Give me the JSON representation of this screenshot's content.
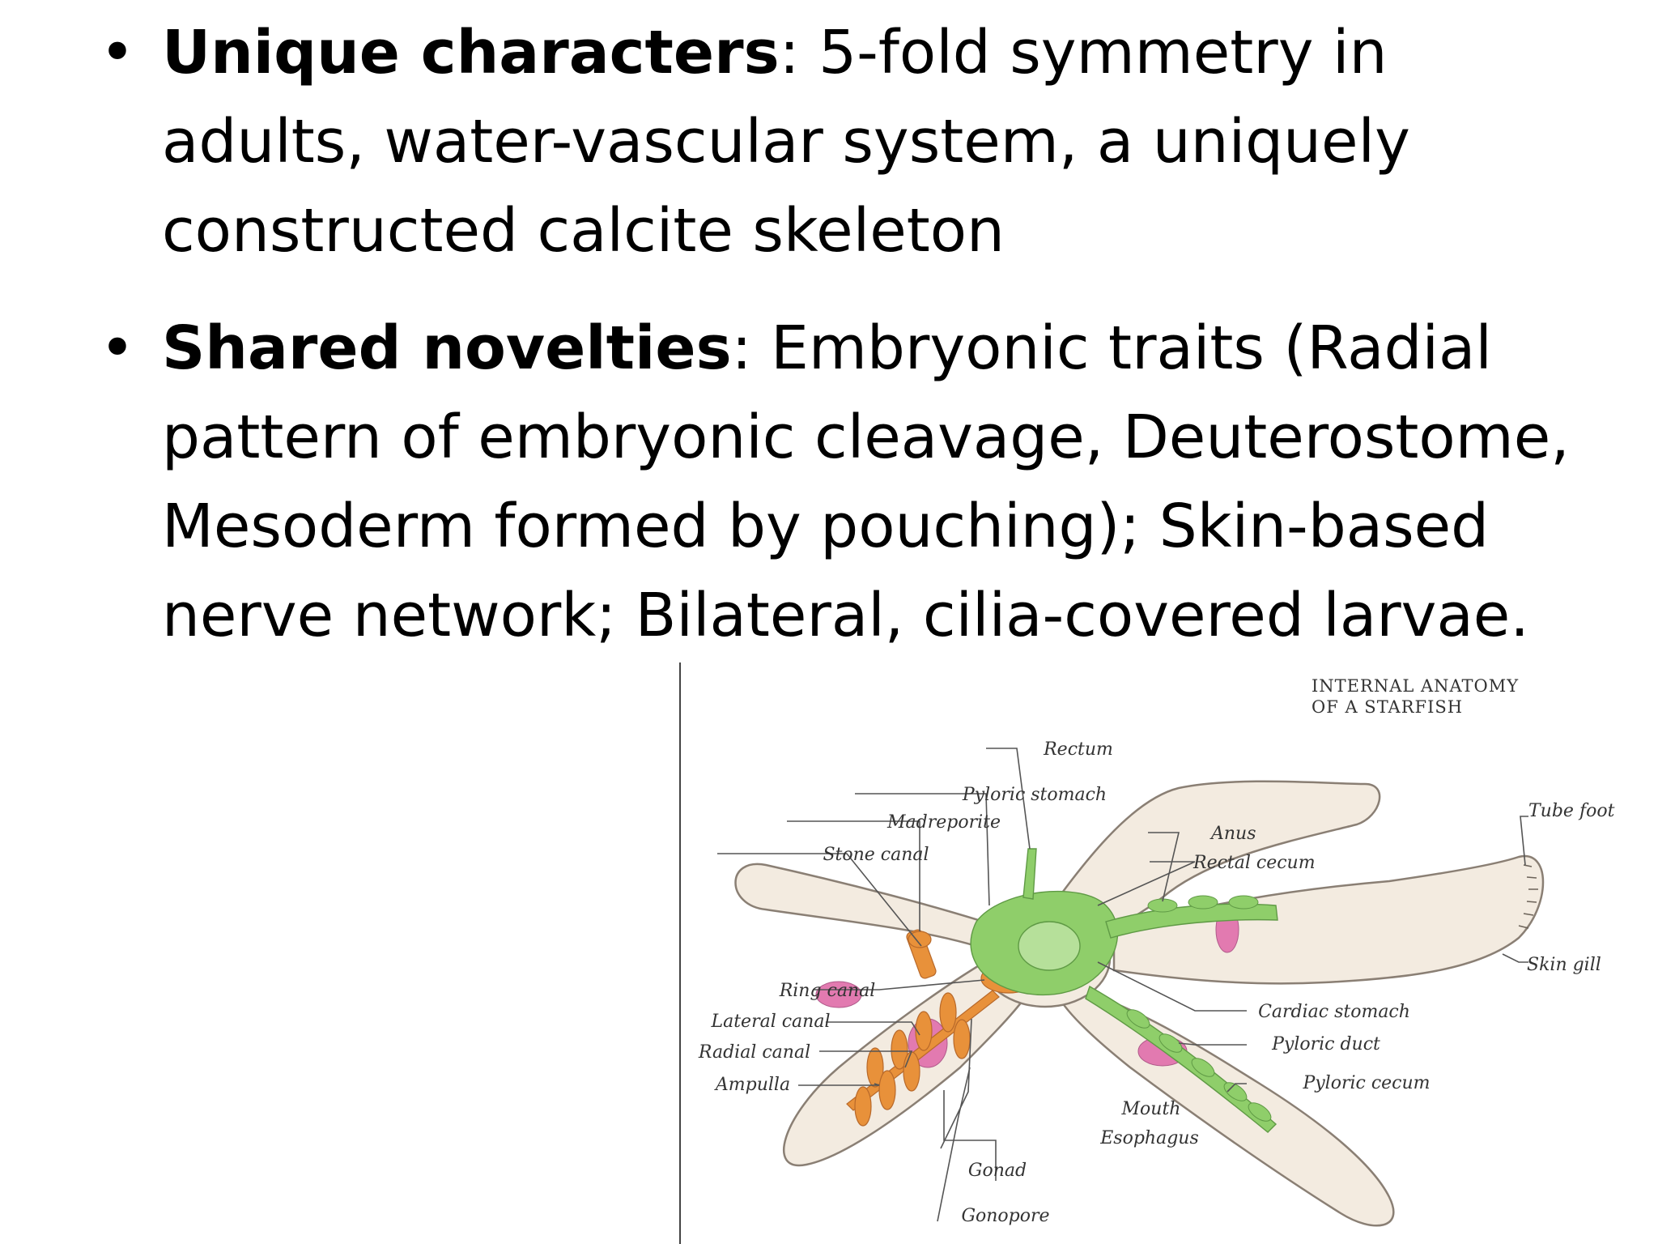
{
  "bullets": [
    {
      "term": "Unique characters",
      "text": ": 5-fold symmetry in adults, water-vascular system, a uniquely constructed calcite skeleton"
    },
    {
      "term": "Shared novelties",
      "text": ": Embryonic traits (Radial pattern of embryonic cleavage, Deuterostome, Mesoderm formed by pouching); Skin-based nerve network; Bilateral, cilia-covered larvae."
    }
  ],
  "bullet_glyph": "•",
  "figure": {
    "title_line1": "INTERNAL ANATOMY",
    "title_line2": "OF A STARFISH",
    "labels": {
      "rectum": "Rectum",
      "pyloric_stomach": "Pyloric stomach",
      "madreporite": "Madreporite",
      "stone_canal": "Stone canal",
      "anus": "Anus",
      "rectal_cecum": "Rectal cecum",
      "tube_foot": "Tube foot",
      "skin_gill": "Skin gill",
      "ring_canal": "Ring canal",
      "lateral_canal": "Lateral canal",
      "radial_canal": "Radial canal",
      "ampulla": "Ampulla",
      "cardiac_stomach": "Cardiac stomach",
      "pyloric_duct": "Pyloric duct",
      "pyloric_cecum": "Pyloric cecum",
      "mouth": "Mouth",
      "esophagus": "Esophagus",
      "gonad": "Gonad",
      "gonopore": "Gonopore"
    },
    "colors": {
      "skin": "#f3ebe0",
      "water_vascular": "#e8913a",
      "digestive": "#8fce6a",
      "gonad": "#e27ab0"
    }
  }
}
